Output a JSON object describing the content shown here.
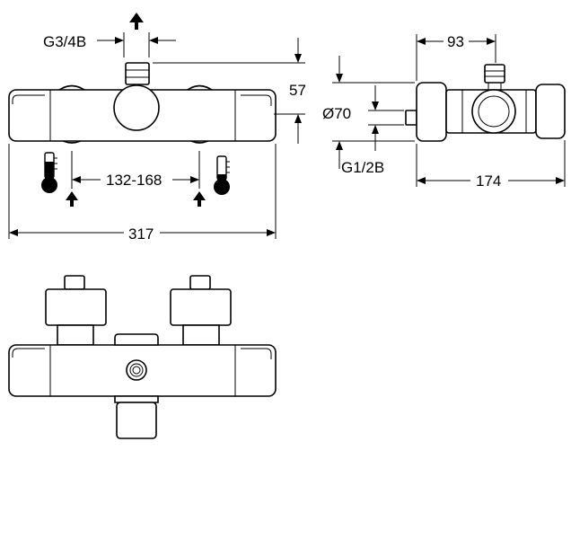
{
  "dimensions": {
    "outlet_thread": "G3/4B",
    "depth_total": "93",
    "height": "57",
    "diameter": "Ø70",
    "centres": "132-168",
    "inlet_thread": "G1/2B",
    "side_width": "174",
    "overall_width": "317"
  },
  "icons": {
    "hot": "thermometer-hot-icon",
    "cold": "thermometer-cold-icon",
    "flow": "flow-arrow-icon"
  }
}
